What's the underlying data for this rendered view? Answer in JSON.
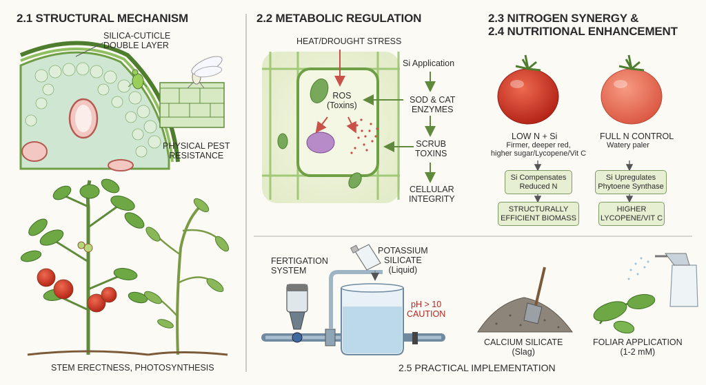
{
  "sections": {
    "s21": {
      "title": "2.1 STRUCTURAL MECHANISM",
      "layer_label_1": "SILICA-CUTICLE",
      "layer_label_2": "DOUBLE LAYER",
      "pest_label_1": "PHYSICAL PEST",
      "pest_label_2": "RESISTANCE",
      "stem_label": "STEM ERECTNESS, PHOTOSYNTHESIS"
    },
    "s22": {
      "title": "2.2 METABOLIC REGULATION",
      "stress": "HEAT/DROUGHT STRESS",
      "si_app": "Si Application",
      "ros_1": "ROS",
      "ros_2": "(Toxins)",
      "sod_1": "SOD & CAT",
      "sod_2": "ENZYMES",
      "scrub_1": "SCRUB",
      "scrub_2": "TOXINS",
      "cell_1": "CELLULAR",
      "cell_2": "INTEGRITY"
    },
    "s23": {
      "title_1": "2.3 NITROGEN SYNERGY &",
      "title_2": "2.4 NUTRITIONAL ENHANCEMENT",
      "low_n": "LOW N + Si",
      "low_desc_1": "Firmer, deeper red,",
      "low_desc_2": "higher sugar/Lycopene/Vit C",
      "full_n": "FULL N CONTROL",
      "full_desc": "Watery paler",
      "box1_1": "Si Compensates",
      "box1_2": "Reduced N",
      "box2_1": "Si Upregulates",
      "box2_2": "Phytoene Synthase",
      "box3_1": "STRUCTURALLY",
      "box3_2": "EFFICIENT BIOMASS",
      "box4_1": "HIGHER",
      "box4_2": "LYCOPENE/VIT C"
    },
    "s25": {
      "title": "2.5 PRACTICAL IMPLEMENTATION",
      "fert_1": "FERTIGATION",
      "fert_2": "SYSTEM",
      "pot_1": "POTASSIUM",
      "pot_2": "SILICATE",
      "pot_3": "(Liquid)",
      "ph_1": "pH > 10",
      "ph_2": "CAUTION",
      "calc_1": "CALCIUM SILICATE",
      "calc_2": "(Slag)",
      "foliar_1": "FOLIAR APPLICATION",
      "foliar_2": "(1-2 mM)"
    }
  },
  "colors": {
    "leaf_green": "#6e9f45",
    "tomato_red": "#d23a2c",
    "arrow_red": "#c8524a",
    "box_fill": "#e7efd3",
    "water_blue": "#bcd9ea"
  }
}
